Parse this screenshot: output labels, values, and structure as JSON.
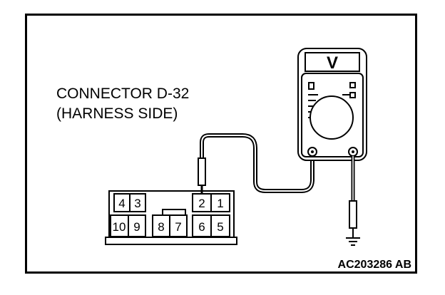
{
  "connector": {
    "title_line1": "CONNECTOR D-32",
    "title_line2": "(HARNESS SIDE)",
    "top_pins": [
      "4",
      "3",
      "2",
      "1"
    ],
    "bottom_pins": [
      "10",
      "9",
      "8",
      "7",
      "6",
      "5"
    ]
  },
  "meter": {
    "display_symbol": "V"
  },
  "figure_code": "AC203286 AB"
}
